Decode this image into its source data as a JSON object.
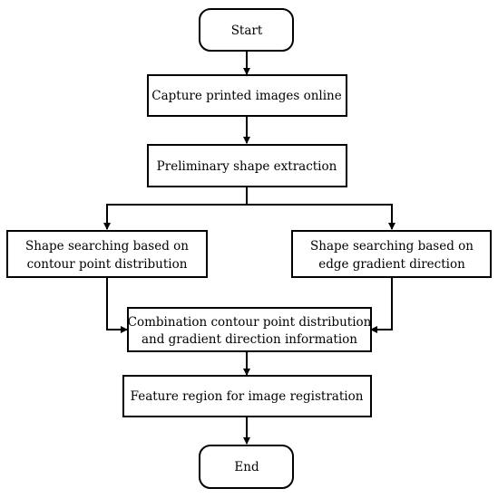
{
  "nodes": {
    "start": "Start",
    "capture": "Capture printed images online",
    "preliminary": "Preliminary shape extraction",
    "contour_line1": "Shape searching based on",
    "contour_line2": "contour point distribution",
    "gradient_line1": "Shape searching based on",
    "gradient_line2": "edge gradient direction",
    "combination_line1": "Combination contour point distribution",
    "combination_line2": "and gradient direction information",
    "feature": "Feature region for image registration",
    "end": "End"
  }
}
